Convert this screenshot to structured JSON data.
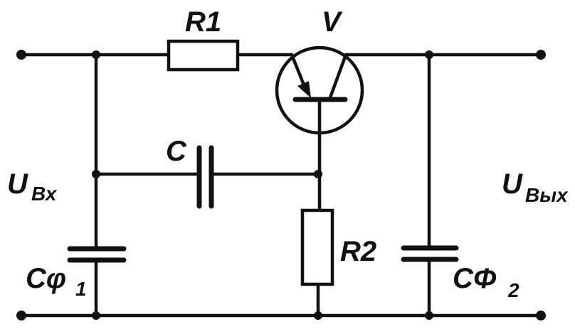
{
  "diagram": {
    "labels": {
      "r1": "R1",
      "r2": "R2",
      "transistor": "V",
      "c": "C",
      "u_in_main": "U",
      "u_in_sub": "Вх",
      "u_out_main": "U",
      "u_out_sub": "Вых",
      "cf1_main": "Cφ",
      "cf1_sub": "1",
      "cf2_main": "CΦ",
      "cf2_sub": "2"
    },
    "colors": {
      "ink": "#111111",
      "background": "#ffffff"
    }
  }
}
